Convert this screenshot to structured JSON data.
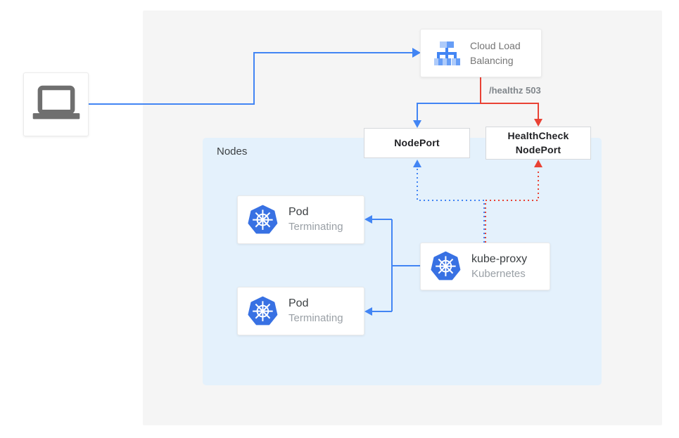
{
  "colors": {
    "blue": "#4285f4",
    "red": "#e94235",
    "panel": "#f5f5f5",
    "nodes_bg": "#e4f1fc",
    "k8s_blue": "#3871e3",
    "text_dark": "#3c4043",
    "text_gray": "#80868b",
    "text_light": "#9aa0a6"
  },
  "client": {
    "icon": "laptop-icon"
  },
  "load_balancer": {
    "label": "Cloud Load Balancing",
    "icon": "load-balancer-icon"
  },
  "health_label": "/healthz 503",
  "nodeport": {
    "label": "NodePort"
  },
  "healthcheck_nodeport": {
    "label": "HealthCheck\nNodePort"
  },
  "nodes_group": {
    "label": "Nodes"
  },
  "pods": [
    {
      "title": "Pod",
      "subtitle": "Terminating",
      "icon": "kubernetes-icon"
    },
    {
      "title": "Pod",
      "subtitle": "Terminating",
      "icon": "kubernetes-icon"
    }
  ],
  "kube_proxy": {
    "title": "kube-proxy",
    "subtitle": "Kubernetes",
    "icon": "kubernetes-icon"
  }
}
